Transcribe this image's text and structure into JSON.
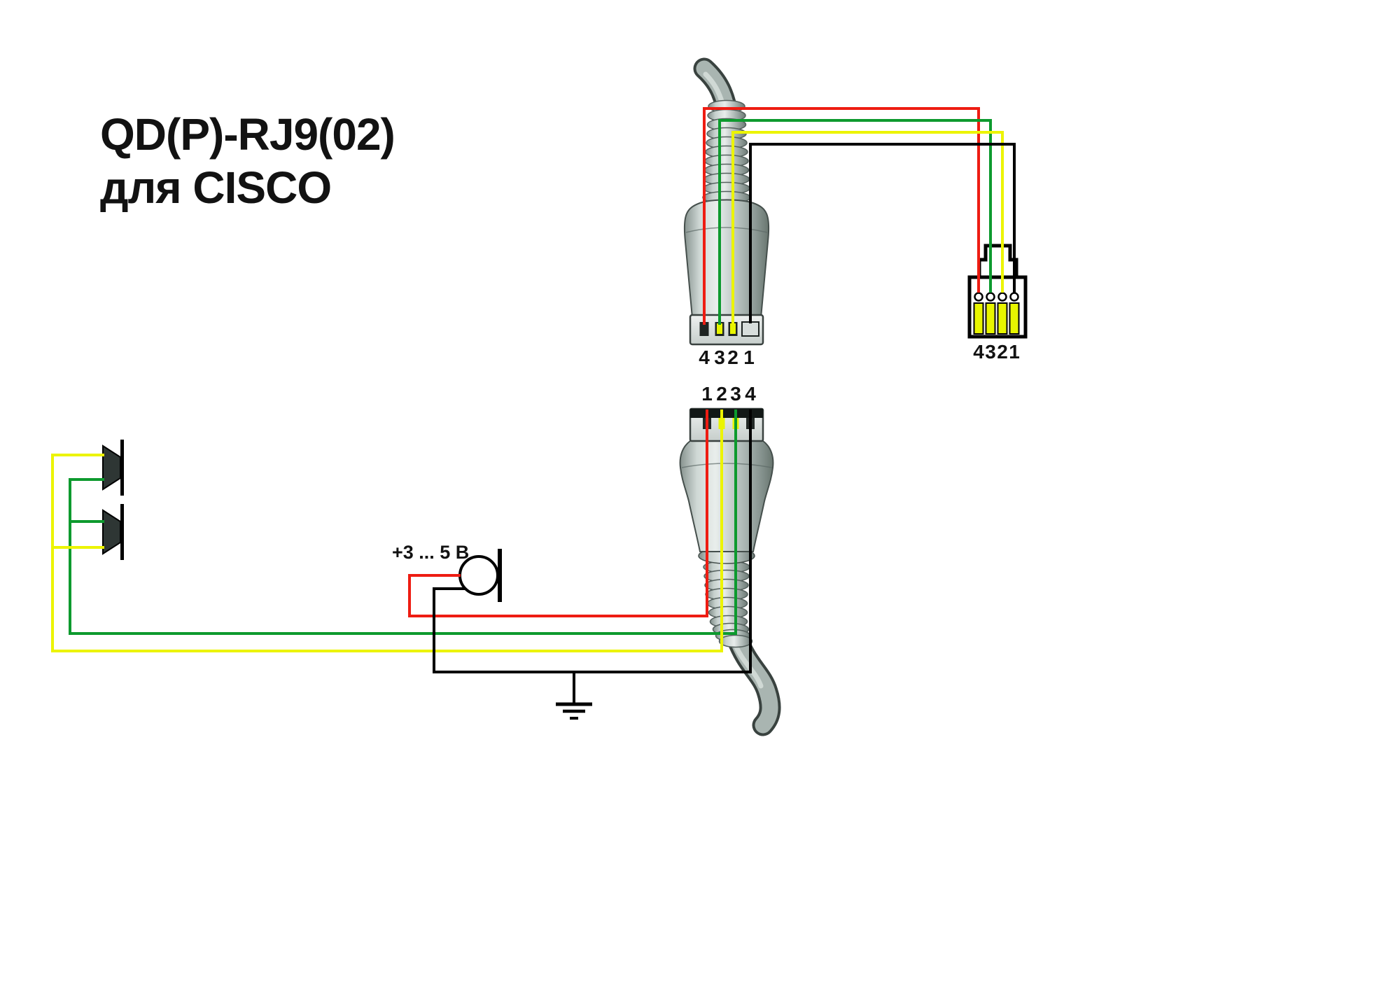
{
  "title": {
    "line1": "QD(P)-RJ9(02)",
    "line2": "для CISCO"
  },
  "connectors": {
    "qd_top": {
      "description": "QD plug, contact side down",
      "pin_labels": [
        "4",
        "3",
        "2",
        "1"
      ]
    },
    "rj9": {
      "description": "RJ9 modular plug",
      "pin_labels": [
        "4",
        "3",
        "2",
        "1"
      ]
    },
    "qd_bottom": {
      "description": "QD plug, contact side up",
      "pin_labels": [
        "1",
        "2",
        "3",
        "4"
      ]
    }
  },
  "mic": {
    "voltage_label": "+3 ... 5 В"
  },
  "wires": {
    "red": "#ee1c12",
    "green": "#0d9a2e",
    "yellow": "#ecf400",
    "black": "#000000"
  },
  "palette": {
    "background": "#ffffff",
    "text": "#121212",
    "connector_light": "#e9eeec",
    "connector_mid": "#b7c2bf",
    "connector_dark": "#6d7a76",
    "outline": "#454f4c",
    "pin_yellow": "#e8f500"
  }
}
